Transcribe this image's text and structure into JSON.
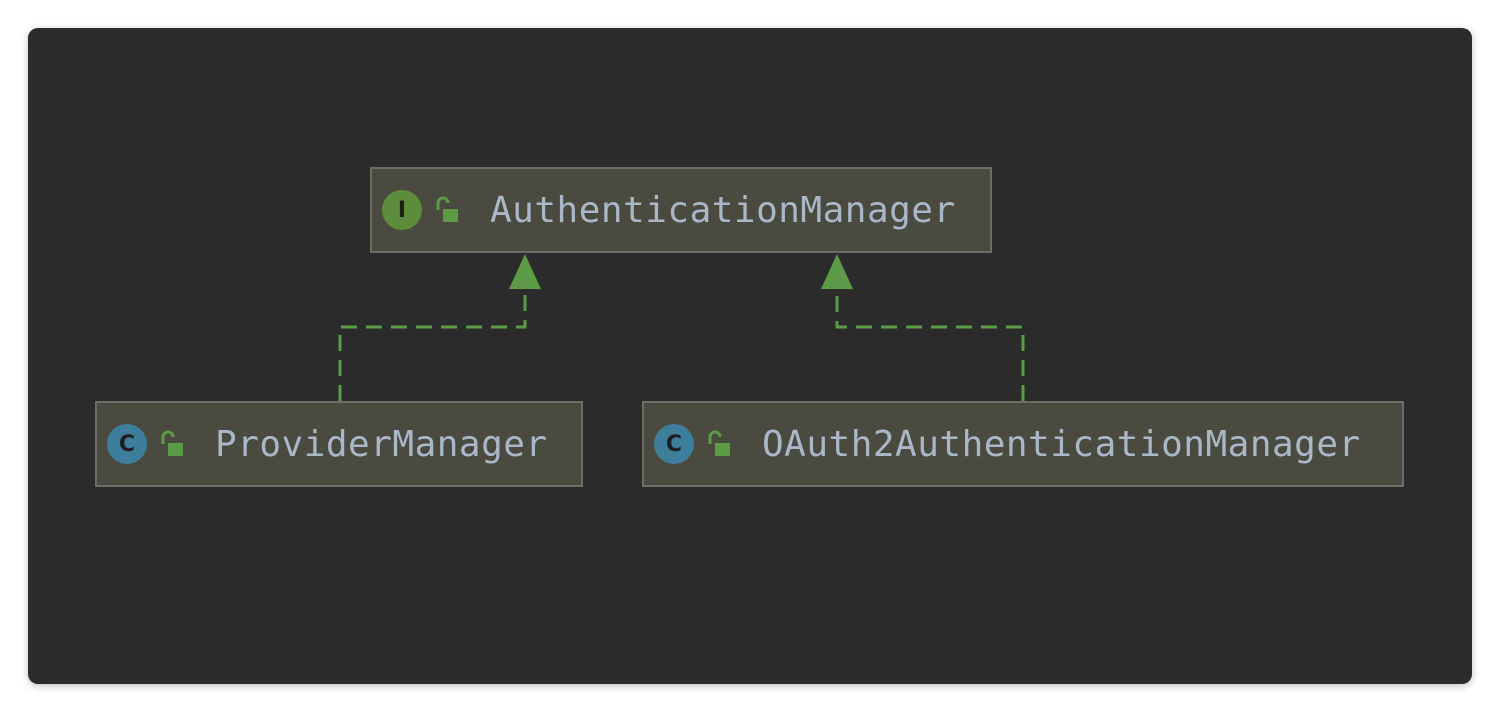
{
  "nodes": [
    {
      "id": "authentication-manager",
      "kind": "interface",
      "kind_letter": "I",
      "name": "AuthenticationManager"
    },
    {
      "id": "provider-manager",
      "kind": "class",
      "kind_letter": "C",
      "name": "ProviderManager"
    },
    {
      "id": "oauth2-authentication-manager",
      "kind": "class",
      "kind_letter": "C",
      "name": "OAuth2AuthenticationManager"
    }
  ],
  "edges": [
    {
      "from": "provider-manager",
      "to": "authentication-manager",
      "relation": "implements",
      "style": "dashed"
    },
    {
      "from": "oauth2-authentication-manager",
      "to": "authentication-manager",
      "relation": "implements",
      "style": "dashed"
    }
  ],
  "colors": {
    "background": "#2b2b2b",
    "node_fill": "#4b4a40",
    "node_border": "#6d6c66",
    "text": "#a9b7c6",
    "interface_badge": "#5d8c3a",
    "class_badge": "#3d7f9a",
    "edge": "#5d9a48",
    "lock": "#5d9a48"
  },
  "icons": {
    "visibility": "open-lock-icon"
  }
}
